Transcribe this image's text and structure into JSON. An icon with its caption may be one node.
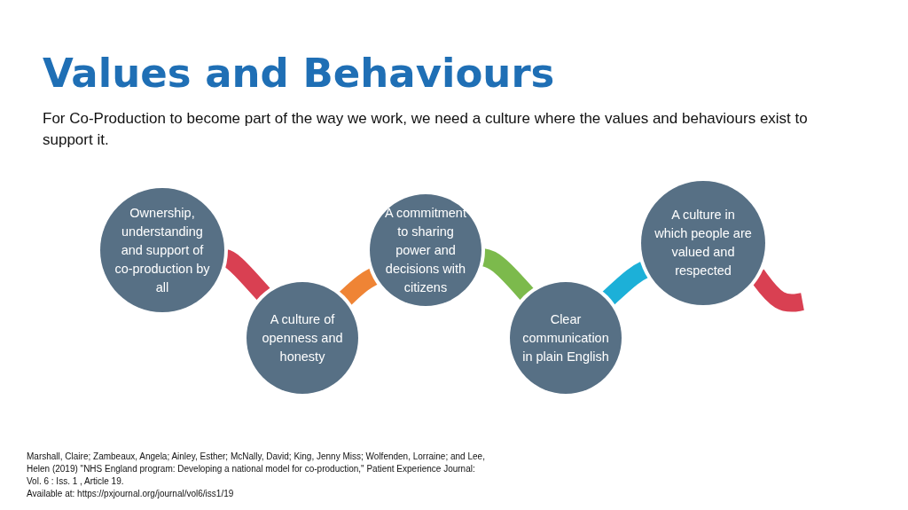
{
  "diagram": {
    "title": "Values and Behaviours",
    "caption": "For Co-Production to become part of the way we work, we need a culture where the values and behaviours exist to support it.",
    "nodes": [
      {
        "text": [
          "Ownership, understanding and support of co-production by all"
        ]
      },
      {
        "text": [
          "A culture of openness and honesty"
        ]
      },
      {
        "text": [
          "A commitment to sharing power and decisions with citizens"
        ]
      },
      {
        "text": [
          "Clear communication in plain English"
        ]
      },
      {
        "text": [
          "A culture in which people are valued and respected"
        ]
      }
    ],
    "edges": [
      {
        "from": 0,
        "to": 1,
        "arrow": "none",
        "color": "#d94052"
      },
      {
        "from": 1,
        "to": 2,
        "arrow": "none",
        "color": "#ef8435"
      },
      {
        "from": 2,
        "to": 3,
        "arrow": "none",
        "color": "#7cba4c"
      },
      {
        "from": 3,
        "to": 4,
        "arrow": "none",
        "color": "#1cb0d8"
      },
      {
        "from": 4,
        "to": null,
        "arrow": "none",
        "color": "#d94052"
      }
    ],
    "labels": [
      "Marshall, Claire; Zambeaux, Angela; Ainley, Esther; McNally, David; King, Jenny Miss; Wolfenden, Lorraine; and Lee, Helen (2019) \"NHS England program: Developing a national model for co-production,\" Patient Experience Journal: Vol. 6 : Iss. 1 , Article 19.",
      "Available at: https://pxjournal.org/journal/vol6/iss1/19"
    ]
  }
}
